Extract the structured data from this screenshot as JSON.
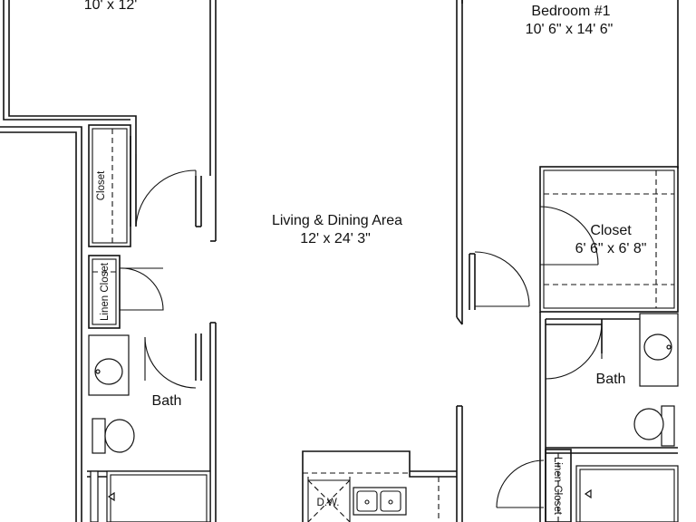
{
  "rooms": {
    "bedroom2": {
      "dimensions": "10' x 12'"
    },
    "bedroom1": {
      "name": "Bedroom #1",
      "dimensions": "10' 6\" x 14' 6\""
    },
    "living": {
      "name": "Living & Dining Area",
      "dimensions": "12' x 24' 3\""
    },
    "closet_right": {
      "name": "Closet",
      "dimensions": "6' 6\" x 6' 8\""
    },
    "closet_left": {
      "name": "Closet"
    },
    "linen_left": {
      "name": "Linen Closet"
    },
    "linen_right": {
      "name": "Linen Closet"
    },
    "bath_left": {
      "name": "Bath"
    },
    "bath_right": {
      "name": "Bath"
    },
    "kitchen": {
      "dishwasher": "D.W."
    }
  }
}
